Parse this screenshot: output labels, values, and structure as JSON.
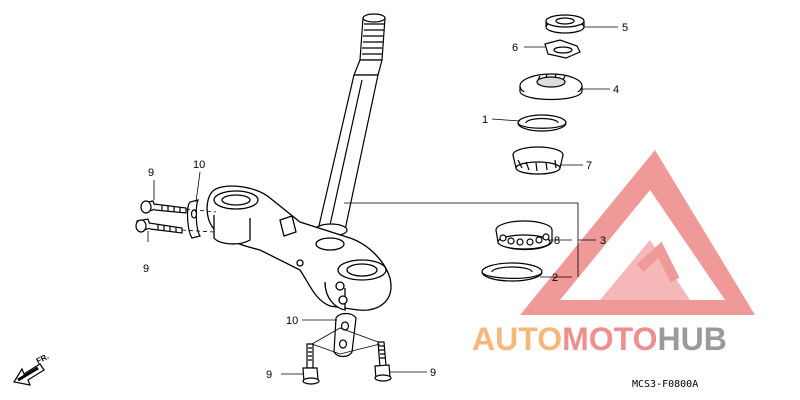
{
  "diagram": {
    "code": "MCS3-F0800A",
    "fr_label": "FR.",
    "callouts": {
      "c1": "1",
      "c2": "2",
      "c3": "3",
      "c4": "4",
      "c5": "5",
      "c6": "6",
      "c7": "7",
      "c8": "8",
      "c9a": "9",
      "c9b": "9",
      "c9c": "9",
      "c9d": "9",
      "c10a": "10",
      "c10b": "10"
    }
  },
  "watermark": {
    "part1": "AUTO",
    "part2": "MOTO",
    "part3": "HUB",
    "colors": {
      "orange": "#f5b87a",
      "red": "#ef8f8f",
      "gray": "#9a9a9a"
    }
  }
}
